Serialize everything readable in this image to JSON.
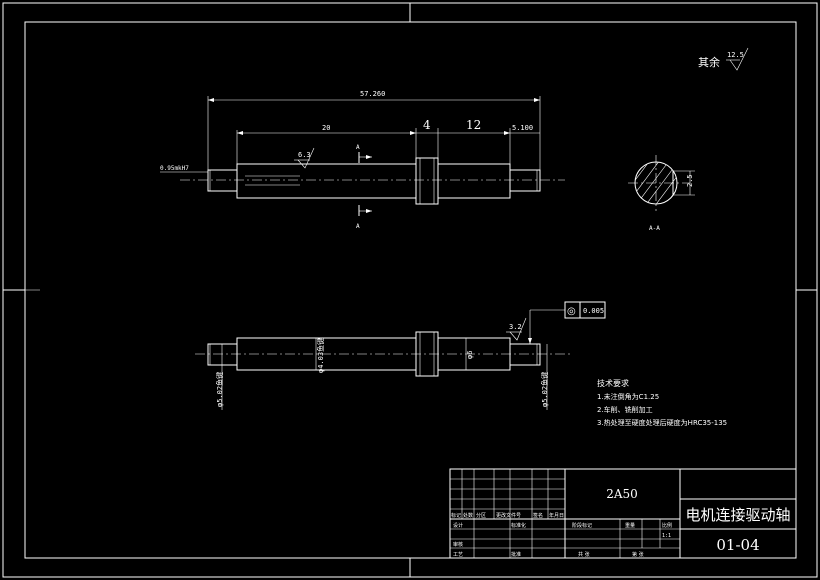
{
  "roughness": {
    "rest_label": "其余",
    "rest_value": "12.5",
    "surface_1": "6.3",
    "surface_2": "3.2"
  },
  "view1": {
    "dim_overall": "57.260",
    "dim_20": "20",
    "dim_4": "4",
    "dim_12": "12",
    "dim_5100": "5.100",
    "dim_diameter_left": "0.95mkH7",
    "section_mark": "A"
  },
  "section": {
    "dim": "2.5",
    "label": "A-A"
  },
  "view2": {
    "dia_left": "φ5.02鱼键",
    "dia_mid": "φ4.03鱼键",
    "dia_collar": "φ6",
    "dia_right": "φ5.02鱼键",
    "runout_symbol": "◎",
    "tolerance": "0.005",
    "roughness": "3.2"
  },
  "tech_notes": {
    "title": "技术要求",
    "items": [
      "1.未注倒角为C1.25",
      "2.车削、铣削加工",
      "3.热处理至硬度处理后硬度为HRC35-135"
    ]
  },
  "title_block": {
    "material": "2A50",
    "part_name": "电机连接驱动轴",
    "drawing_no": "01-04",
    "scale": "1:1",
    "row_labels": [
      "标记",
      "处数",
      "分区",
      "更改文件号",
      "签名",
      "年月日"
    ],
    "designer": "设计",
    "standardization": "标准化",
    "stage_mark": "阶段标记",
    "weight": "重量",
    "scale_label": "比例",
    "audit": "审核",
    "process": "工艺",
    "approve": "批准",
    "sheet_total": "共 张",
    "sheet_no": "第 张"
  }
}
